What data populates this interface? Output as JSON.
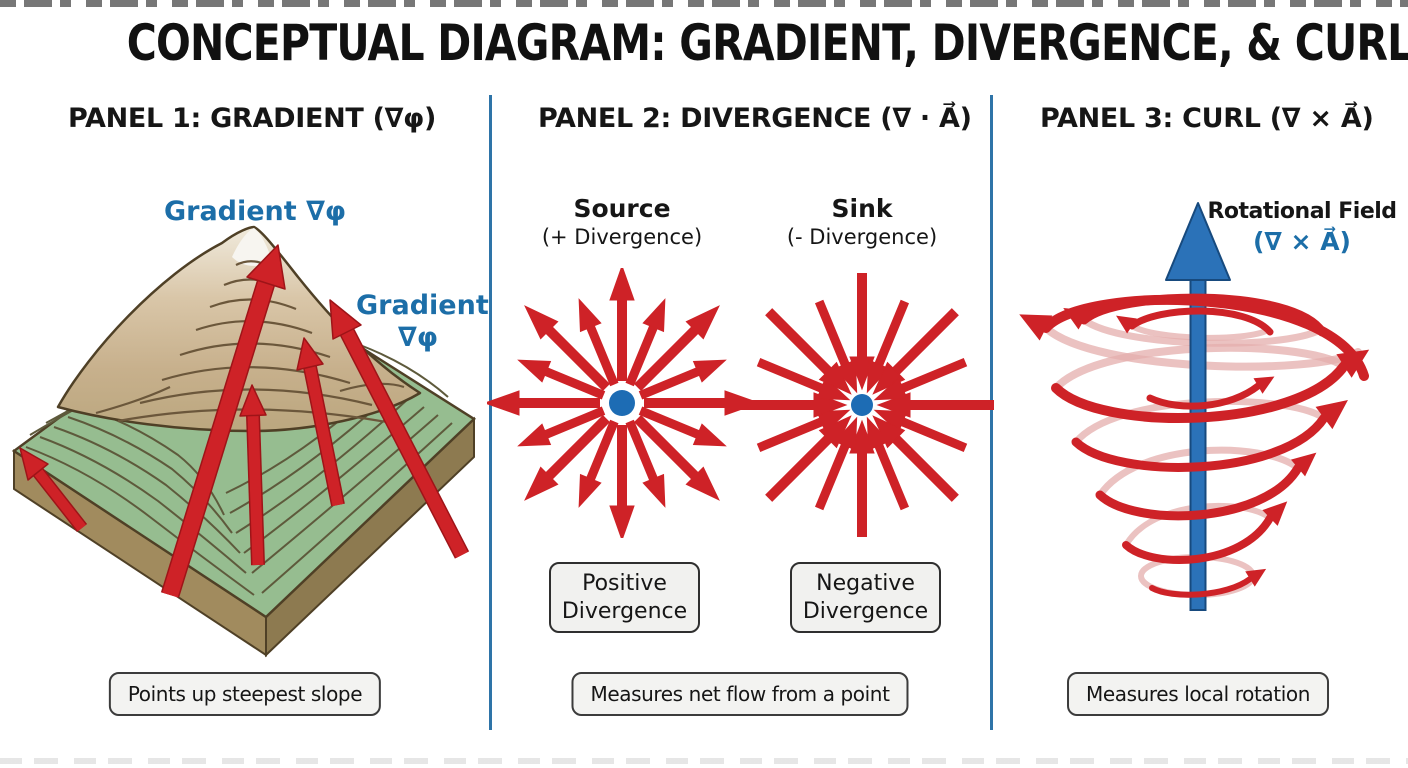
{
  "title": "CONCEPTUAL DIAGRAM: GRADIENT, DIVERGENCE, & CURL",
  "colors": {
    "arrow_red": "#CE2227",
    "axis_blue": "#2B72B8",
    "label_blue": "#1C6EA8",
    "divider_blue": "#2E74A8",
    "box_bg": "#F2F2F0",
    "box_border": "#3C3C3C",
    "terrain_green": "#96BD90",
    "terrain_side_brown": "#A18B5E"
  },
  "panel1": {
    "header": "PANEL 1: GRADIENT (∇φ)",
    "label_top": "Gradient ∇φ",
    "label_right": "Gradient\n∇φ",
    "caption": "Points up steepest slope",
    "illustration": "contour-mountain-with-red-gradient-arrows"
  },
  "panel2": {
    "header": "PANEL 2: DIVERGENCE (∇ · A⃗)",
    "source_title": "Source",
    "source_subtitle": "(+ Divergence)",
    "sink_title": "Sink",
    "sink_subtitle": "(- Divergence)",
    "badge_positive": "Positive\nDivergence",
    "badge_negative": "Negative\nDivergence",
    "caption": "Measures net flow from a point",
    "illustration_source": "arrows-radiating-outward-from-blue-dot",
    "illustration_sink": "arrows-converging-into-blue-dot"
  },
  "panel3": {
    "header": "PANEL 3: CURL (∇ × A⃗)",
    "label_title": "Rotational Field",
    "label_formula": "(∇ × A⃗)",
    "caption": "Measures local rotation",
    "illustration": "red-circulation-cone-around-blue-axis-arrow"
  }
}
